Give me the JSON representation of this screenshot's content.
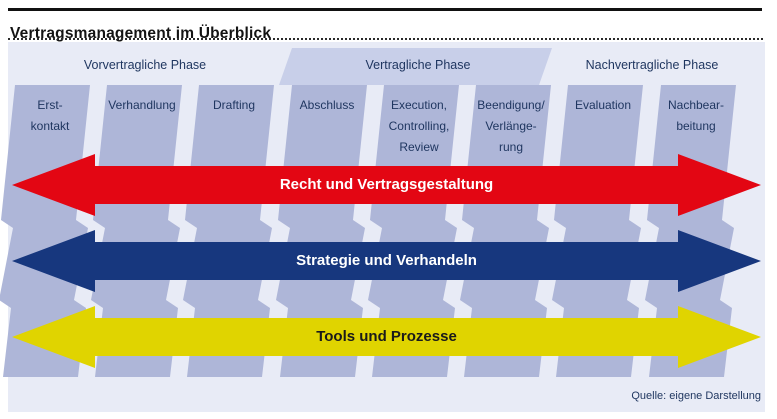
{
  "header": {
    "title": "Vertragsmanagement im Überblick"
  },
  "phases": [
    {
      "label": "Vorvertragliche Phase",
      "highlighted": false
    },
    {
      "label": "Vertragliche Phase",
      "highlighted": true
    },
    {
      "label": "Nachvertragliche Phase",
      "highlighted": false
    }
  ],
  "columns": [
    {
      "label": [
        "Erst-",
        "kontakt"
      ]
    },
    {
      "label": [
        "Verhandlung"
      ]
    },
    {
      "label": [
        "Drafting"
      ]
    },
    {
      "label": [
        "Abschluss"
      ]
    },
    {
      "label": [
        "Execution,",
        "Controlling,",
        "Review"
      ]
    },
    {
      "label": [
        "Beendigung/",
        "Verlänge-",
        "rung"
      ]
    },
    {
      "label": [
        "Evaluation"
      ]
    },
    {
      "label": [
        "Nachbear-",
        "beitung"
      ]
    }
  ],
  "arrows": [
    {
      "label": "Recht und Vertragsgestaltung",
      "color": "#e30613",
      "text_color": "#ffffff"
    },
    {
      "label": "Strategie und Verhandeln",
      "color": "#17377e",
      "text_color": "#ffffff"
    },
    {
      "label": "Tools und Prozesse",
      "color": "#e0d400",
      "text_color": "#1a1a1a"
    }
  ],
  "footer": {
    "source": "Quelle: eigene Darstellung"
  },
  "colors": {
    "panel": "#e8ebf6",
    "column": "#aeb6d8",
    "band": "#c8cfe9",
    "text": "#1e355f"
  }
}
